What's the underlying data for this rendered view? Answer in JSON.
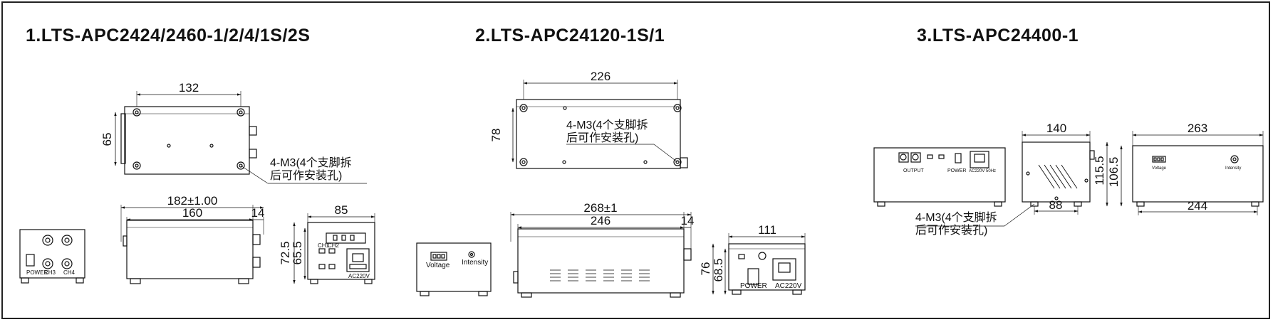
{
  "sections": [
    {
      "title": "1.LTS-APC2424/2460-1/2/4/1S/2S"
    },
    {
      "title": "2.LTS-APC24120-1S/1"
    },
    {
      "title": "3.LTS-APC24400-1"
    }
  ],
  "dims1": {
    "top_width": "132",
    "top_depth": "65",
    "side_total": "182±1.00",
    "side_body": "160",
    "side_knob": "14",
    "rear_width": "85",
    "rear_h1": "72.5",
    "rear_h2": "65.5"
  },
  "dims2": {
    "top_width": "226",
    "top_depth": "78",
    "side_total": "268±1",
    "side_body": "246",
    "side_knob": "14",
    "rear_width": "111",
    "rear_h1": "76",
    "rear_h2": "68.5"
  },
  "dims3": {
    "side_width": "140",
    "side_feet": "88",
    "top_width": "263",
    "top_base": "244",
    "h1": "115.5",
    "h2": "106.5"
  },
  "note": {
    "line1": "4-M3(4个支脚拆",
    "line2": "后可作安装孔)"
  },
  "panel_labels": {
    "power": "POWER",
    "ch3": "CH3",
    "ch4": "CH4",
    "ch1": "CH1",
    "ch2": "CH2",
    "ac220": "AC220V",
    "voltage": "Voltage",
    "intensity": "Intensity",
    "output": "OUTPUT",
    "ac220_50": "AC220V 50Hz"
  }
}
